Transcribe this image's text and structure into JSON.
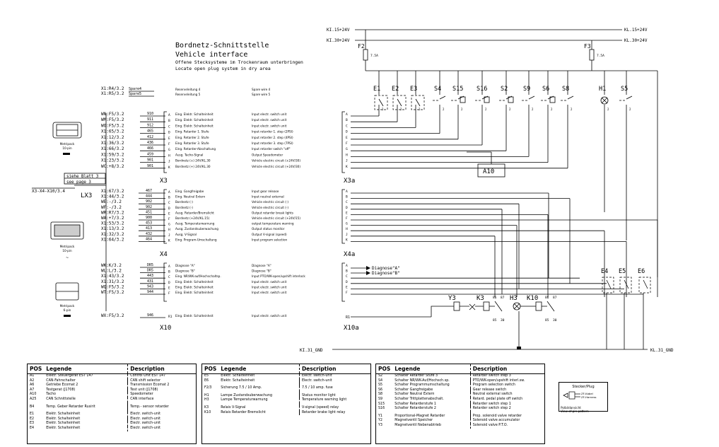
{
  "title": {
    "line1": "Bordnetz-Schnittstelle",
    "line2": "Vehicle interface",
    "line3": "Offene Stecksysteme im Trockenraum unterbringen",
    "line4": "Locate open plug system in dry area"
  },
  "power_rails": [
    {
      "left": "KI.15+24V",
      "right": "KL.15+24V"
    },
    {
      "left": "KI.30+24V",
      "right": "KL.30+24V"
    },
    {
      "left": "KI.31_GND",
      "right": "KL.31_GND"
    }
  ],
  "fuses": [
    {
      "label": "F2",
      "rating": "7.5A"
    },
    {
      "label": "F3",
      "rating": "7.5A"
    }
  ],
  "connectors": {
    "x3_pins": [
      {
        "wire": "X1:R4/3.2",
        "code": "Spare4",
        "de": "Reserveleitung 4",
        "en": "Spare wire 4"
      },
      {
        "wire": "X1:R5/3.2",
        "code": "Spare5",
        "de": "Reserveleitung 5",
        "en": "Spare wire 5"
      },
      {
        "wire": "WN:F5/3.2",
        "code": "910",
        "pin": "A",
        "de": "Eing. Elektr. Schalteinheit",
        "en": "Input electr. switch unit"
      },
      {
        "wire": "WM:F5/3.2",
        "code": "911",
        "pin": "B",
        "de": "Eing. Elektr. Schalteinheit",
        "en": "Input electr. switch unit"
      },
      {
        "wire": "WO:F5/3.2",
        "code": "912",
        "pin": "C",
        "de": "Eing. Elektr. Schalteinheit",
        "en": "Input electr. switch unit"
      },
      {
        "wire": "X1:65/3.2",
        "code": "465",
        "pin": "D",
        "de": "Eing. Retarder 1. Stufe",
        "en": "Input retarder 1. step (2PSI)"
      },
      {
        "wire": "X1:12/3.2",
        "code": "412",
        "pin": "E",
        "de": "Eing. Retarder 2. Stufe",
        "en": "Input retarder 2. step (4PSI)"
      },
      {
        "wire": "X1:36/3.2",
        "code": "436",
        "pin": "F",
        "de": "Eing. Retarder 3. Stufe",
        "en": "Input retarder 3. step (7PSI)"
      },
      {
        "wire": "X1:66/3.2",
        "code": "466",
        "pin": "G",
        "de": "Eing. Retarder-Abschaltung",
        "en": "Input retarder switch \"off\""
      },
      {
        "wire": "X1:59/3.2",
        "code": "459",
        "pin": "H",
        "de": "Ausg. Tacho-Signal",
        "en": "Output Speedometer"
      },
      {
        "wire": "X1:23/3.2",
        "code": "901",
        "pin": "J",
        "de": "Bordnetz (+) 24V/KL.30",
        "en": "Vehicle electric circuit (+24V/30)"
      },
      {
        "wire": "WC:+8/3.2",
        "code": "901",
        "pin": "K",
        "de": "Bordnetz (+) 24V/KL.30",
        "en": "Vehicle electric circuit (+24V/30)"
      }
    ],
    "x3_label": "X3",
    "see_page": {
      "de": "siehe Blatt 3",
      "en": "see page 3"
    },
    "lx3_wire": "X3-X4-X10/3.4",
    "lx3_label": "LX3",
    "x4_pins": [
      {
        "wire": "X1:67/3.2",
        "code": "467",
        "pin": "A",
        "de": "Eing. Gangfreigabe",
        "en": "Input gear release"
      },
      {
        "wire": "X1:44/3.2",
        "code": "444",
        "pin": "B",
        "de": "Eing. Neutral Extern",
        "en": "Input neutral external"
      },
      {
        "wire": "WE:-/3.2",
        "code": "902",
        "pin": "C",
        "de": "Bordnetz (-)",
        "en": "Vehicle electric circuit (-)"
      },
      {
        "wire": "WF:-/3.2",
        "code": "902",
        "pin": "D",
        "de": "Bordnetz (-)",
        "en": "Vehicle electric circuit (-)"
      },
      {
        "wire": "WR:R7/3.2",
        "code": "451",
        "pin": "E",
        "de": "Ausg. Retarder/Bremslicht",
        "en": "Output retarder break lights"
      },
      {
        "wire": "WA:+7/3.2",
        "code": "900",
        "pin": "F",
        "de": "Bordnetz (+24V/KL.15)",
        "en": "Vehicle electric circuit (+24V/15)"
      },
      {
        "wire": "X1:53/3.2",
        "code": "453",
        "pin": "G",
        "de": "Ausg. Temperaturwarnung",
        "en": "output temperature warning"
      },
      {
        "wire": "X1:13/3.2",
        "code": "413",
        "pin": "H",
        "de": "Ausg. Zustandsuberwachung",
        "en": "Output status monitor"
      },
      {
        "wire": "X1:32/3.2",
        "code": "432",
        "pin": "J",
        "de": "Ausg. V-Signal",
        "en": "Output V-signal (speed)"
      },
      {
        "wire": "X1:64/3.2",
        "code": "464",
        "pin": "K",
        "de": "Eing. Program-Umschaltung",
        "en": "Input program selection"
      }
    ],
    "x4_label": "X4",
    "x10_pins": [
      {
        "wire": "WK:K/3.2",
        "code": "DR5",
        "pin": "A",
        "de": "Diagnose \"A\"",
        "en": "Diagnose \"A\""
      },
      {
        "wire": "WL:L/3.2",
        "code": "DR5",
        "pin": "B",
        "de": "Diagnose \"B\"",
        "en": "Diagnose \"B\""
      },
      {
        "wire": "X1:43/3.2",
        "code": "443",
        "pin": "C",
        "de": "Eing. NR/WK-auf/Hochschaltsp.",
        "en": "Input PTO/WK-open/upshift interlock"
      },
      {
        "wire": "X1:31/3.2",
        "code": "431",
        "pin": "D",
        "de": "Eing. Elektr. Schalteinheit",
        "en": "Input electr. switch unit"
      },
      {
        "wire": "WQ:F5/3.2",
        "code": "943",
        "pin": "E",
        "de": "Eing. Elektr. Schalteinheit",
        "en": "Input electr. switch unit"
      },
      {
        "wire": "WT:F5/3.2",
        "code": "944",
        "pin": "F",
        "de": "Eing. Elektr. Schalteinheit",
        "en": "Input electr. switch unit"
      },
      {
        "wire": "WX:F5/3.2",
        "code": "946",
        "pin": "R1",
        "de": "Eing. Elektr. Schalteinheit",
        "en": "Input electr. switch unit"
      }
    ],
    "x10_label": "X10",
    "x3a_label": "X3a",
    "x4a_label": "X4a",
    "x10a_label": "X10a",
    "pins_ak": [
      "A",
      "B",
      "C",
      "D",
      "E",
      "F",
      "G",
      "H",
      "J",
      "K"
    ],
    "x10a_pins": [
      "A",
      "B",
      "C",
      "D",
      "E",
      "F"
    ],
    "x10a_r1": "R1"
  },
  "plugs": [
    {
      "name": "Metripack",
      "pins": "10-pin"
    },
    {
      "name": "Metripack",
      "pins": "10-pin"
    },
    {
      "name": "Metripack",
      "pins": "6-pin"
    }
  ],
  "components": {
    "switches_top": [
      "E1",
      "E2",
      "E3",
      "S4",
      "S15",
      "S16",
      "S2",
      "S9",
      "S6",
      "S8",
      "H1",
      "S5"
    ],
    "switches_right": [
      "E4",
      "E5",
      "E6"
    ],
    "a10": "A10",
    "diag_a": "Diagnose\"A\"",
    "diag_b": "Diagnose\"B\"",
    "relays": [
      "Y3",
      "K3",
      "H3",
      "K10"
    ],
    "relay_pins": [
      "86",
      "87",
      "85",
      "30"
    ],
    "small_nums": [
      "1",
      "2"
    ]
  },
  "legend_tables": [
    {
      "headers": {
        "pos": "POS",
        "legende": "Legende",
        "description": "Description"
      },
      "rows": [
        {
          "pos": "A1",
          "de": "Elektr. Steuergerat EST 147",
          "en": "Control Unit EST 147"
        },
        {
          "pos": "A2",
          "de": "CAN-Fahrschalter",
          "en": "CAN shift selector"
        },
        {
          "pos": "A6",
          "de": "Getriebe Ecomat 2",
          "en": "Transmission Ecomat 2"
        },
        {
          "pos": "A7",
          "de": "Testgerat (J1708)",
          "en": "Test unit (J1708)"
        },
        {
          "pos": "A10",
          "de": "Tacho",
          "en": "Speedometer"
        },
        {
          "pos": "A25",
          "de": "CAN Schnittstelle",
          "en": "CAN interface"
        },
        {
          "pos": "",
          "de": "",
          "en": ""
        },
        {
          "pos": "B4",
          "de": "Temp. Geber Retarder Rusirit",
          "en": "Temp.- sensor retarder"
        },
        {
          "pos": "",
          "de": "",
          "en": ""
        },
        {
          "pos": "E1",
          "de": "Elektr. Schalteinheit",
          "en": "Electr. switch-unit"
        },
        {
          "pos": "E2",
          "de": "Elektr. Schalteinheit",
          "en": "Electr. switch-unit"
        },
        {
          "pos": "E3",
          "de": "Elektr. Schalteinheit",
          "en": "Electr. switch-unit"
        },
        {
          "pos": "E4",
          "de": "Elektr. Schalteinheit",
          "en": "Electr. switch-unit"
        }
      ]
    },
    {
      "headers": {
        "pos": "POS",
        "legende": "Legende",
        "description": "Description"
      },
      "rows": [
        {
          "pos": "E5",
          "de": "Elektr. Schalteinheit",
          "en": "Electr. switch-unit"
        },
        {
          "pos": "E6",
          "de": "Elektr. Schalteinheit",
          "en": "Electr. switch-unit"
        },
        {
          "pos": "",
          "de": "",
          "en": ""
        },
        {
          "pos": "F2/3",
          "de": "Sicherung 7.5 / 10 Amp.",
          "en": "7.5 / 10 amp. fuse"
        },
        {
          "pos": "",
          "de": "",
          "en": ""
        },
        {
          "pos": "H1",
          "de": "Lampe Zustandsuberwachung",
          "en": "Status monitor light"
        },
        {
          "pos": "H3",
          "de": "Lampe Temperaturwarnung",
          "en": "Temperature warning light"
        },
        {
          "pos": "",
          "de": "",
          "en": ""
        },
        {
          "pos": "K3",
          "de": "Relais V-Signal",
          "en": "V-signal (speed) relay"
        },
        {
          "pos": "K10",
          "de": "Relais Retarder Bremslicht",
          "en": "Retarder brake light relay"
        }
      ]
    },
    {
      "headers": {
        "pos": "POS",
        "legende": "Legende",
        "description": "Description"
      },
      "rows": [
        {
          "pos": "S2",
          "de": "Schalter Retarder Stufe 3",
          "en": "Retarder switch step 3"
        },
        {
          "pos": "S4",
          "de": "Schalter NR/WK-Auf/Hochsch.sp.",
          "en": "PTO/WK-open/upshift interl.sw."
        },
        {
          "pos": "S5",
          "de": "Schalter Programmumschaltung",
          "en": "Program selection switch"
        },
        {
          "pos": "S6",
          "de": "Schalter Gangfreigabe",
          "en": "Gear release switch"
        },
        {
          "pos": "S8",
          "de": "Schalter Neutral Extern",
          "en": "Neutral external switch"
        },
        {
          "pos": "S9",
          "de": "Schalter Trittplattenabschalt.",
          "en": "Retard. pedal plate off switch"
        },
        {
          "pos": "S15",
          "de": "Schalter Retarderstufe 1",
          "en": "Retarder switch step 1"
        },
        {
          "pos": "S16",
          "de": "Schalter Retarderstufe 2",
          "en": "Retarder switch step 2"
        },
        {
          "pos": "",
          "de": "",
          "en": ""
        },
        {
          "pos": "Y1",
          "de": "Proportional-Magnet Retarder",
          "en": "Prop. solenoid valve retarder"
        },
        {
          "pos": "Y2",
          "de": "Magnetventil Speicher",
          "en": "Solenoid valve accumulator"
        },
        {
          "pos": "Y3",
          "de": "Magnetventil Nebenabtrieb",
          "en": "Solenoid valve P.T.O."
        }
      ]
    }
  ],
  "plug_legend": {
    "title": "Stecker/Plug",
    "cable": "ZF-Kabel",
    "harness": "ZF-Harness",
    "view_de": "Polbildansicht",
    "view_en": "View of pin pattern"
  }
}
